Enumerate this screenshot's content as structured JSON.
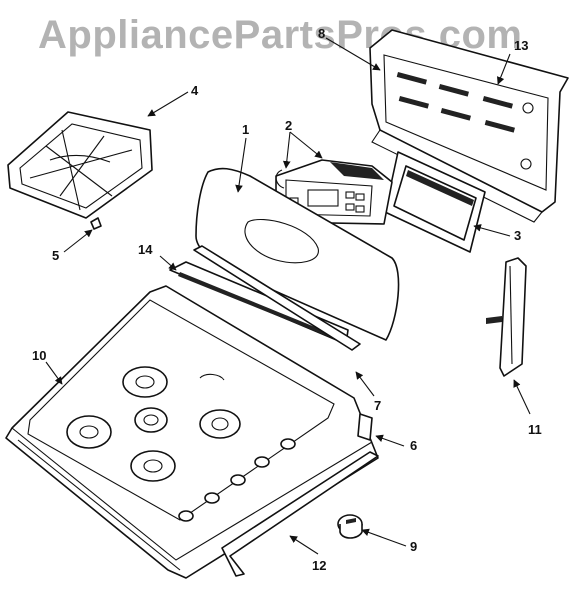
{
  "watermark": "AppliancePartsPros.com",
  "colors": {
    "ink": "#111111",
    "watermark": "#b3b3b3",
    "background": "#ffffff"
  },
  "callouts": {
    "c1": "1",
    "c2": "2",
    "c3": "3",
    "c4": "4",
    "c5": "5",
    "c6": "6",
    "c7": "7",
    "c8": "8",
    "c9": "9",
    "c10": "10",
    "c11": "11",
    "c12": "12",
    "c13": "13",
    "c14": "14"
  }
}
